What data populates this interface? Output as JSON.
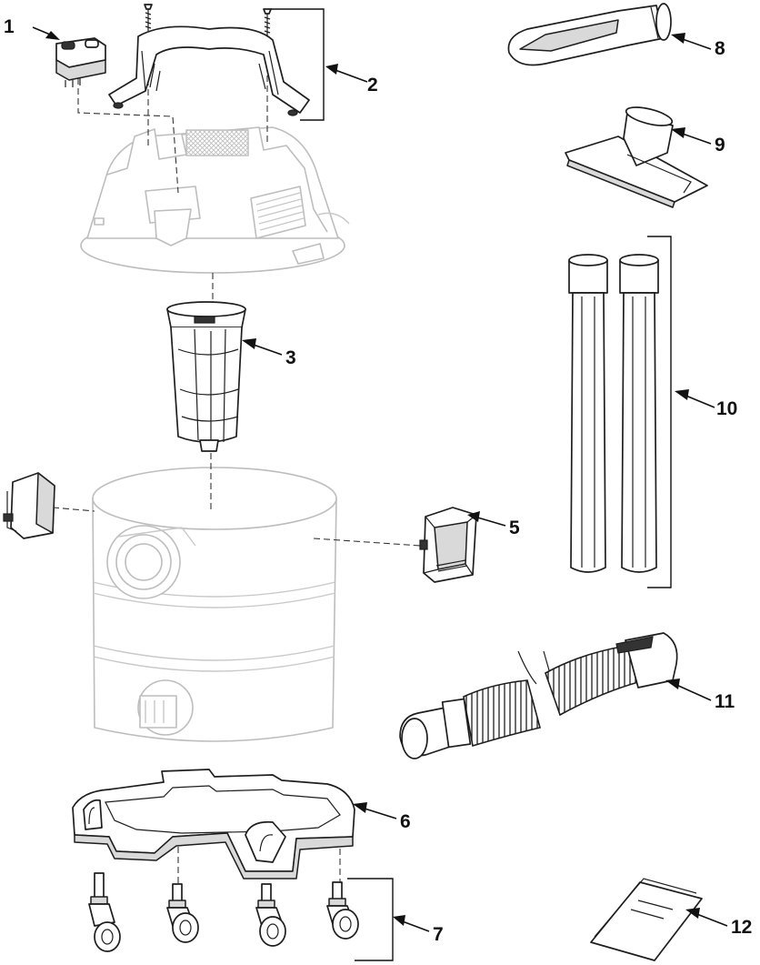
{
  "callouts": [
    {
      "id": "1",
      "label": "1"
    },
    {
      "id": "2",
      "label": "2"
    },
    {
      "id": "3",
      "label": "3"
    },
    {
      "id": "5",
      "label": "5"
    },
    {
      "id": "6",
      "label": "6"
    },
    {
      "id": "7",
      "label": "7"
    },
    {
      "id": "8",
      "label": "8"
    },
    {
      "id": "9",
      "label": "9"
    },
    {
      "id": "10",
      "label": "10"
    },
    {
      "id": "11",
      "label": "11"
    },
    {
      "id": "12",
      "label": "12"
    }
  ],
  "colors": {
    "part_outline": "#1e1e1e",
    "ghost_outline": "#bdbdbd",
    "part_fill": "#d9d9d9",
    "background": "#ffffff"
  }
}
